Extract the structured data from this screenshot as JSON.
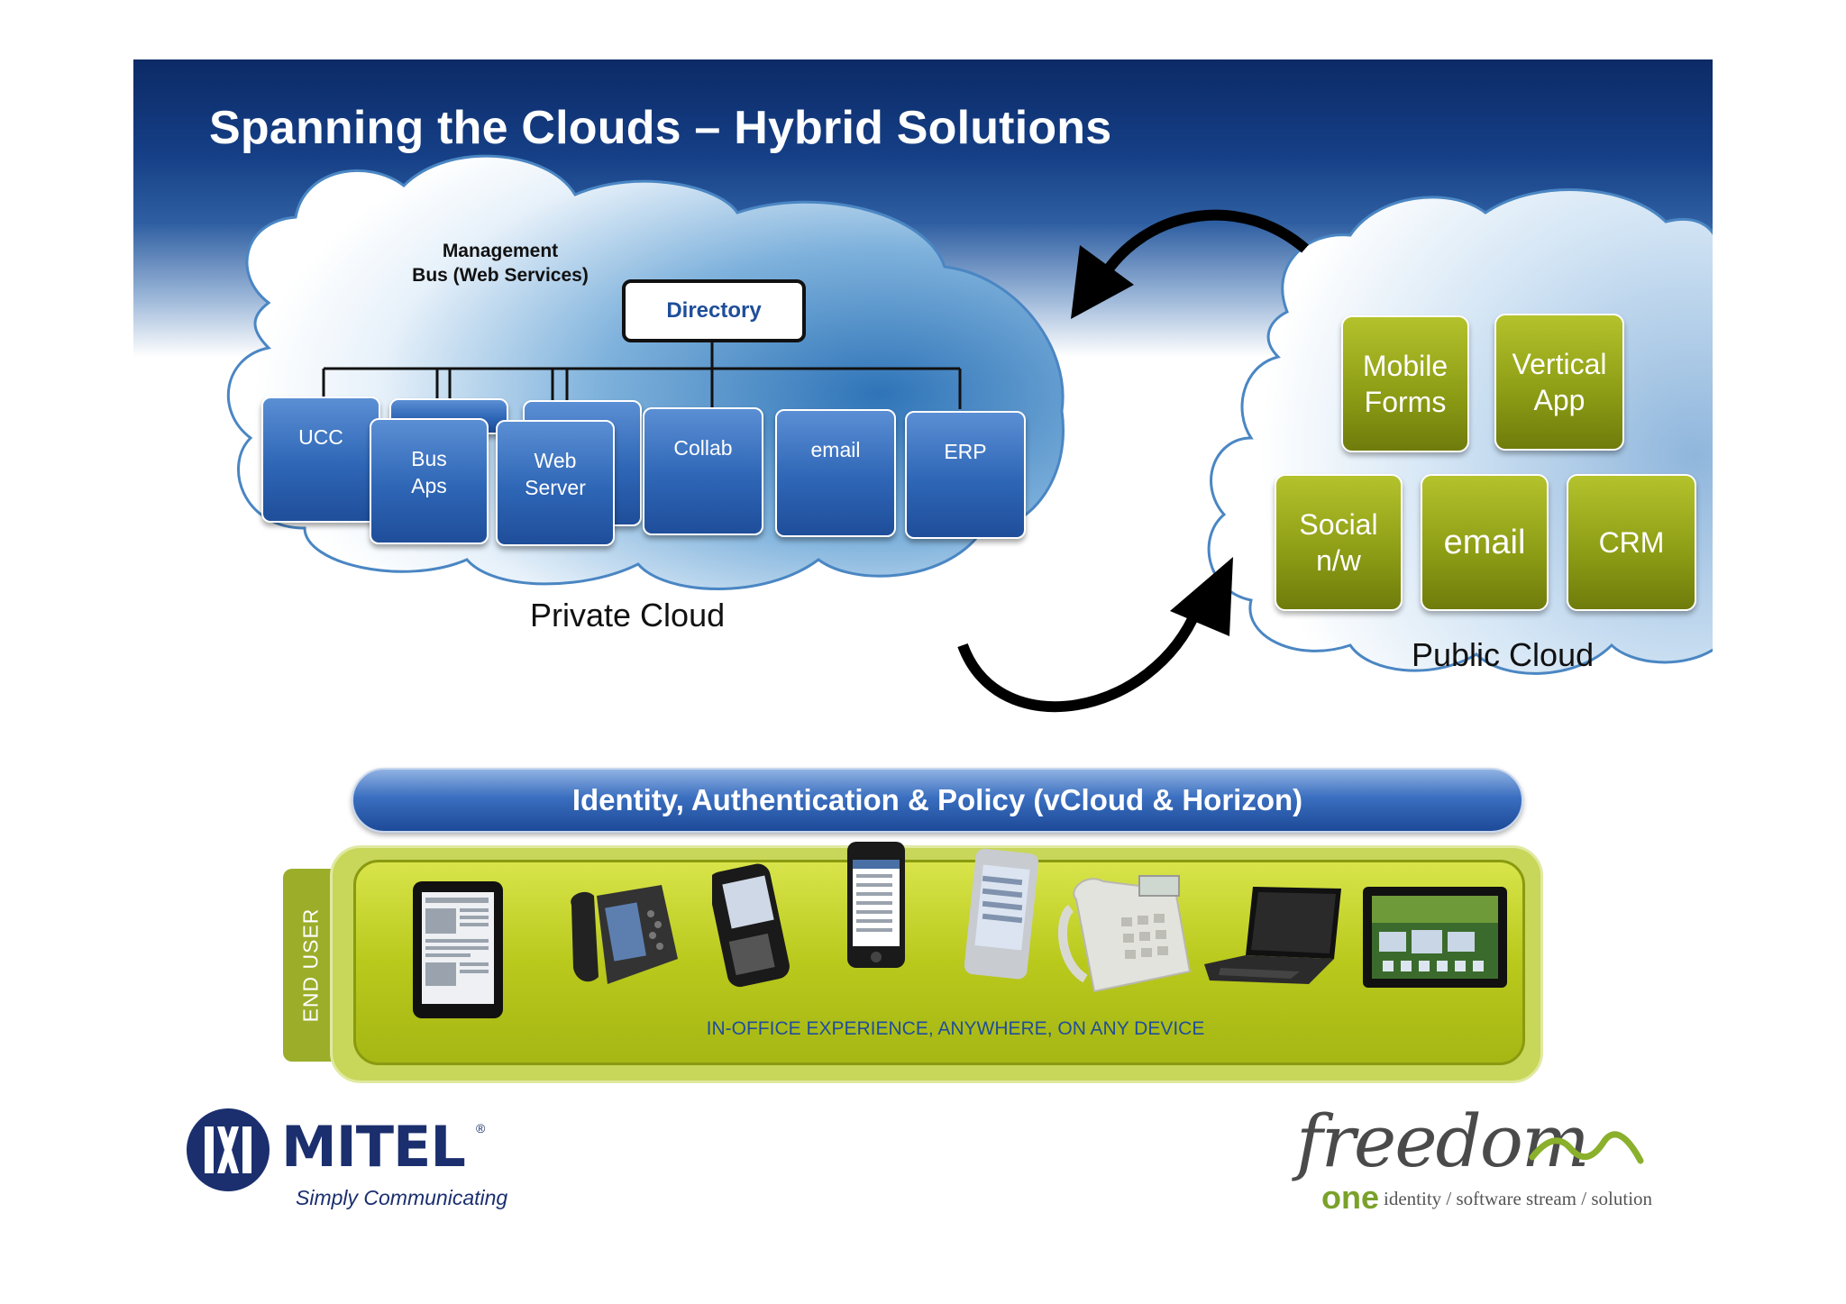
{
  "title": "Spanning the Clouds – Hybrid Solutions",
  "private_cloud": {
    "label": "Private Cloud",
    "management_bus": [
      "Management",
      "Bus (Web Services)"
    ],
    "directory": "Directory",
    "boxes": [
      {
        "label": [
          "UCC"
        ]
      },
      {
        "label": [
          "Bus",
          "Aps"
        ]
      },
      {
        "label": [
          "Web",
          "Server"
        ]
      },
      {
        "label": [
          "Collab"
        ]
      },
      {
        "label": [
          "email"
        ]
      },
      {
        "label": [
          "ERP"
        ]
      }
    ]
  },
  "public_cloud": {
    "label": "Public Cloud",
    "boxes": [
      {
        "label": [
          "Mobile",
          "Forms"
        ]
      },
      {
        "label": [
          "Vertical",
          "App"
        ]
      },
      {
        "label": [
          "Social",
          "n/w"
        ]
      },
      {
        "label": [
          "email"
        ]
      },
      {
        "label": [
          "CRM"
        ]
      }
    ]
  },
  "identity_bar": "Identity, Authentication & Policy (vCloud & Horizon)",
  "end_user": {
    "label": "END USER",
    "tagline": "IN-OFFICE EXPERIENCE, ANYWHERE, ON ANY DEVICE",
    "devices": [
      "tablet-icon",
      "desk-phone-icon",
      "smartphone-icon",
      "iphone-icon",
      "android-phone-icon",
      "office-phone-icon",
      "laptop-icon",
      "playbook-tablet-icon"
    ]
  },
  "logos": {
    "mitel": {
      "word": "MITEL",
      "reg": "®",
      "tagline": "Simply Communicating"
    },
    "freedom": {
      "word": "freedom",
      "one": "one",
      "tagline": "identity / software stream / solution"
    }
  },
  "colors": {
    "banner_dark": "#0c2a66",
    "box_blue": "#2e66b6",
    "box_green": "#8b9b14",
    "tray_green": "#b9c91c",
    "text_blue": "#1f4e9a"
  }
}
